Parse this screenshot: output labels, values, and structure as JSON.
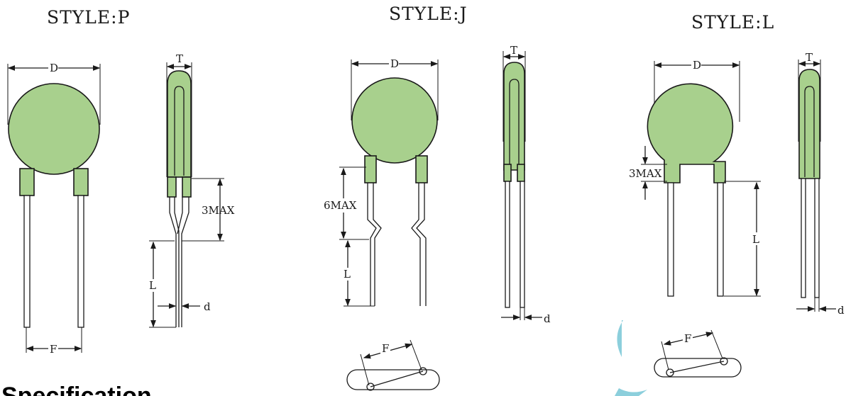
{
  "styles": [
    {
      "title": "STYLE:P",
      "diameter_label": "D",
      "thickness_label": "T",
      "max_label": "3MAX",
      "length_label": "L",
      "wire_label": "d",
      "pitch_label": "F"
    },
    {
      "title": "STYLE:J",
      "diameter_label": "D",
      "thickness_label": "T",
      "max_label": "6MAX",
      "length_label": "L",
      "wire_label": "d",
      "pitch_label": "F"
    },
    {
      "title": "STYLE:L",
      "diameter_label": "D",
      "thickness_label": "T",
      "max_label": "3MAX",
      "length_label": "L",
      "wire_label": "d",
      "pitch_label": "F"
    }
  ],
  "section_heading": "Specification",
  "colors": {
    "body_fill": "#a8d08d",
    "line": "#1a1a1a",
    "watermark": "#8ccfdc"
  }
}
